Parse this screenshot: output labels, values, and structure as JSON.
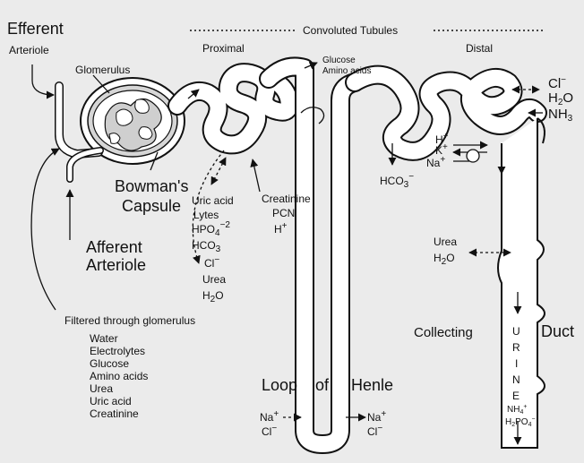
{
  "labels": {
    "efferent": "Efferent",
    "efferent_arteriole": "Arteriole",
    "glomerulus": "Glomerulus",
    "bowmans": "Bowman's",
    "capsule": "Capsule",
    "afferent": "Afferent",
    "afferent_arteriole": "Arteriole",
    "convoluted_tubules": "Convoluted Tubules",
    "proximal": "Proximal",
    "distal": "Distal",
    "loop": "Loop",
    "of": "of",
    "henle": "Henle",
    "collecting": "Collecting",
    "duct": "Duct"
  },
  "proximal_reabsorbed": [
    "Glucose",
    "Amino acids"
  ],
  "proximal_exchange": [
    "Uric acid",
    "Lytes",
    "HPO",
    "HCO"
  ],
  "hpo_sub": "4",
  "hpo_sup": "−2",
  "hco_sub": "3",
  "proximal_secreted": [
    "Creatinine",
    "PCN",
    "H"
  ],
  "h_sup": "+",
  "passive": {
    "cl": "Cl",
    "cl_sup": "−",
    "urea": "Urea",
    "h2o": "H",
    "h2o_sub": "2",
    "h2o_o": "O"
  },
  "filtered_title": "Filtered through glomerulus",
  "filtered_items": [
    "Water",
    "Electrolytes",
    "Glucose",
    "Amino acids",
    "Urea",
    "Uric acid",
    "Creatinine"
  ],
  "distal_top": {
    "cl": "Cl",
    "cl_sup": "−",
    "h": "H",
    "h_sub": "2",
    "o": "O",
    "nh": "NH",
    "nh_sub": "3"
  },
  "distal_ions": {
    "h": "H",
    "h_sup": "+",
    "k": "K",
    "k_sup": "+",
    "na": "Na",
    "na_sup": "+"
  },
  "distal_hco": {
    "hco": "HCO",
    "sub": "3",
    "sup": "−"
  },
  "loop_ions": {
    "na": "Na",
    "na_sup": "+",
    "cl": "Cl",
    "cl_sup": "−"
  },
  "collecting_in": {
    "urea": "Urea",
    "h": "H",
    "h_sub": "2",
    "o": "O"
  },
  "urine_letters": [
    "U",
    "R",
    "I",
    "N",
    "E"
  ],
  "urine_ions": {
    "nh": "NH",
    "nh_sub": "4",
    "nh_sup": "+",
    "hpo": "H",
    "hpo_sub1": "2",
    "po": "PO",
    "po_sub": "4",
    "po_sup": "−"
  }
}
